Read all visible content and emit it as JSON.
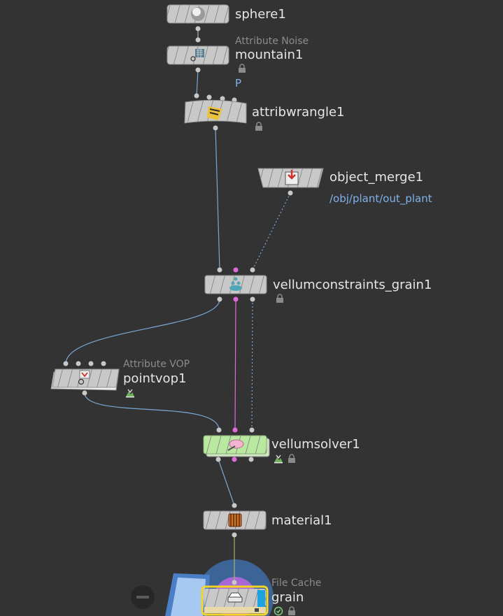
{
  "nodes": {
    "sphere": {
      "name": "sphere1"
    },
    "mountain": {
      "type": "Attribute Noise",
      "name": "mountain1",
      "param": "P",
      "flag_icon": "lock-icon"
    },
    "wrangle": {
      "name": "attribwrangle1",
      "flag_icon": "lock-icon"
    },
    "object_merge": {
      "name": "object_merge1",
      "path": "/obj/plant/out_plant"
    },
    "constraints": {
      "name": "vellumconstraints_grain1",
      "flag_icon": "lock-icon"
    },
    "pointvop": {
      "type": "Attribute VOP",
      "name": "pointvop1",
      "flag_icon": "bypass-icon"
    },
    "solver": {
      "name": "vellumsolver1",
      "flag_icons": [
        "bypass-icon",
        "lock-icon"
      ]
    },
    "material": {
      "name": "material1"
    },
    "filecache": {
      "type": "File Cache",
      "name": "grain",
      "flag_icons": [
        "check-icon",
        "lock-icon"
      ]
    }
  },
  "colors": {
    "background": "#333333",
    "node": "#c8c8c8",
    "solver_node": "#b9e89f",
    "selected_outline": "#f6d523",
    "wire": "#7aa8d6",
    "pink_wire": "#e06ad9",
    "text": "#e6e6e6",
    "type_text": "#8c8c8c",
    "param_text": "#7fb2ec"
  }
}
